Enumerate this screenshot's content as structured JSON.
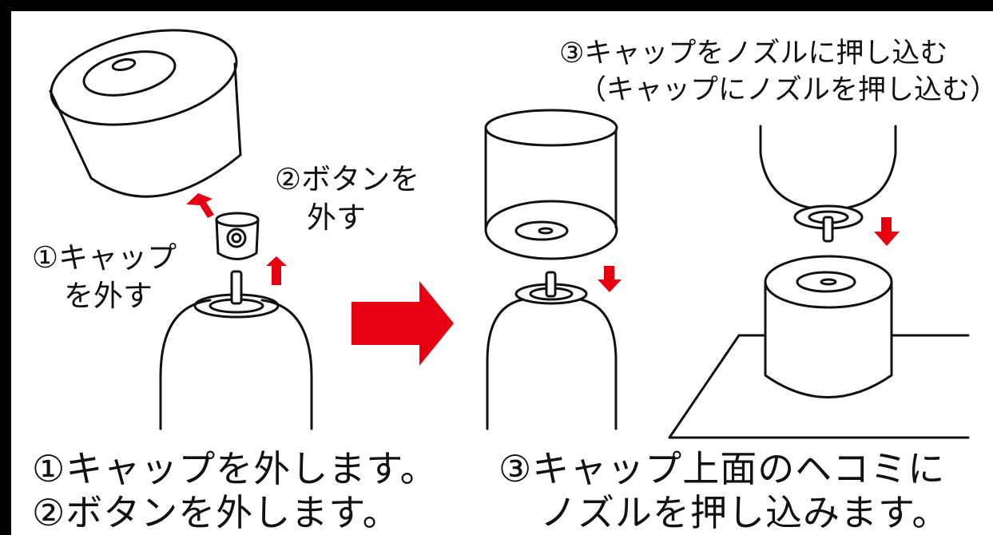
{
  "labels": {
    "step1_short_line1": "①キャップ",
    "step1_short_line2": "を外す",
    "step2_short_line1": "②ボタンを",
    "step2_short_line2": "外す",
    "step3_title_line1": "③キャップをノズルに押し込む",
    "step3_title_line2": "（キャップにノズルを押し込む）"
  },
  "captions": {
    "left_line1": "①キャップを外します。",
    "left_line2": "②ボタンを外します。",
    "right_line1": "③キャップ上面のヘコミに",
    "right_line2": "ノズルを押し込みます。"
  },
  "colors": {
    "frame": "#000000",
    "background": "#ffffff",
    "line": "#111111",
    "arrow": "#e60012"
  }
}
